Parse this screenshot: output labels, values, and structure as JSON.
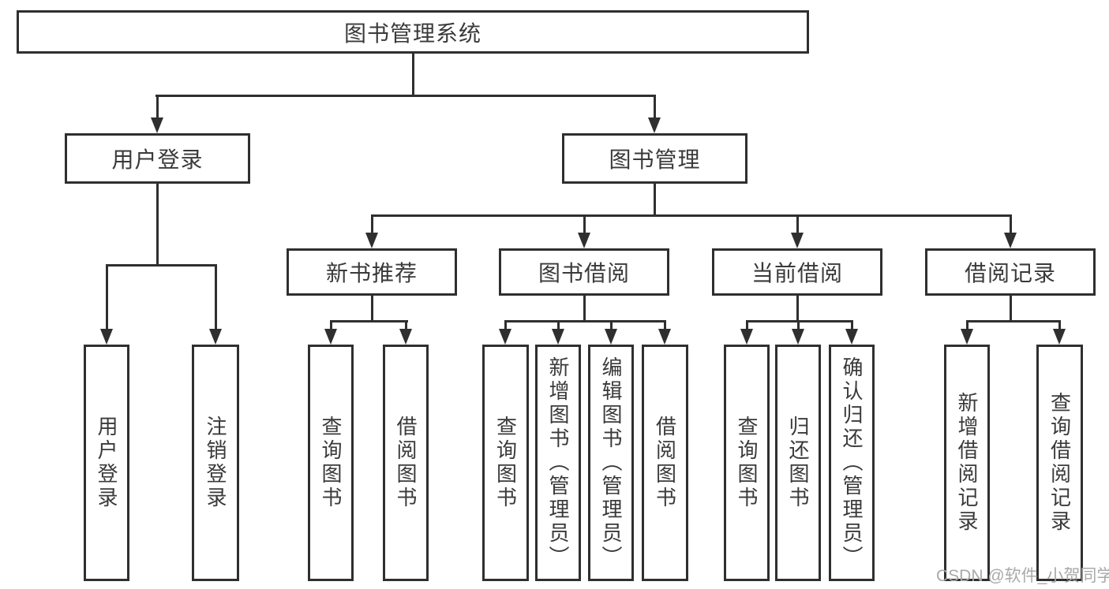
{
  "diagram": {
    "root": {
      "label": "图书管理系统"
    },
    "branches": {
      "user_login": {
        "label": "用户登录",
        "children": [
          "用户登录",
          "注销登录"
        ]
      },
      "book_mgmt": {
        "label": "图书管理"
      },
      "new_books": {
        "label": "新书推荐",
        "children": [
          "查询图书",
          "借阅图书"
        ]
      },
      "book_borrow": {
        "label": "图书借阅",
        "children": [
          "查询图书",
          "新增图书（管理员）",
          "编辑图书（管理员）",
          "借阅图书"
        ]
      },
      "current_borrow": {
        "label": "当前借阅",
        "children": [
          "查询图书",
          "归还图书",
          "确认归还（管理员）"
        ]
      },
      "borrow_records": {
        "label": "借阅记录",
        "children": [
          "新增借阅记录",
          "查询借阅记录"
        ]
      }
    }
  },
  "watermark": {
    "text": "CSDN @软件_小贺同学"
  },
  "colors": {
    "line": "#2f2f2f",
    "text": "#3a3a3a",
    "watermark": "#a9a9a9",
    "background": "#ffffff"
  }
}
